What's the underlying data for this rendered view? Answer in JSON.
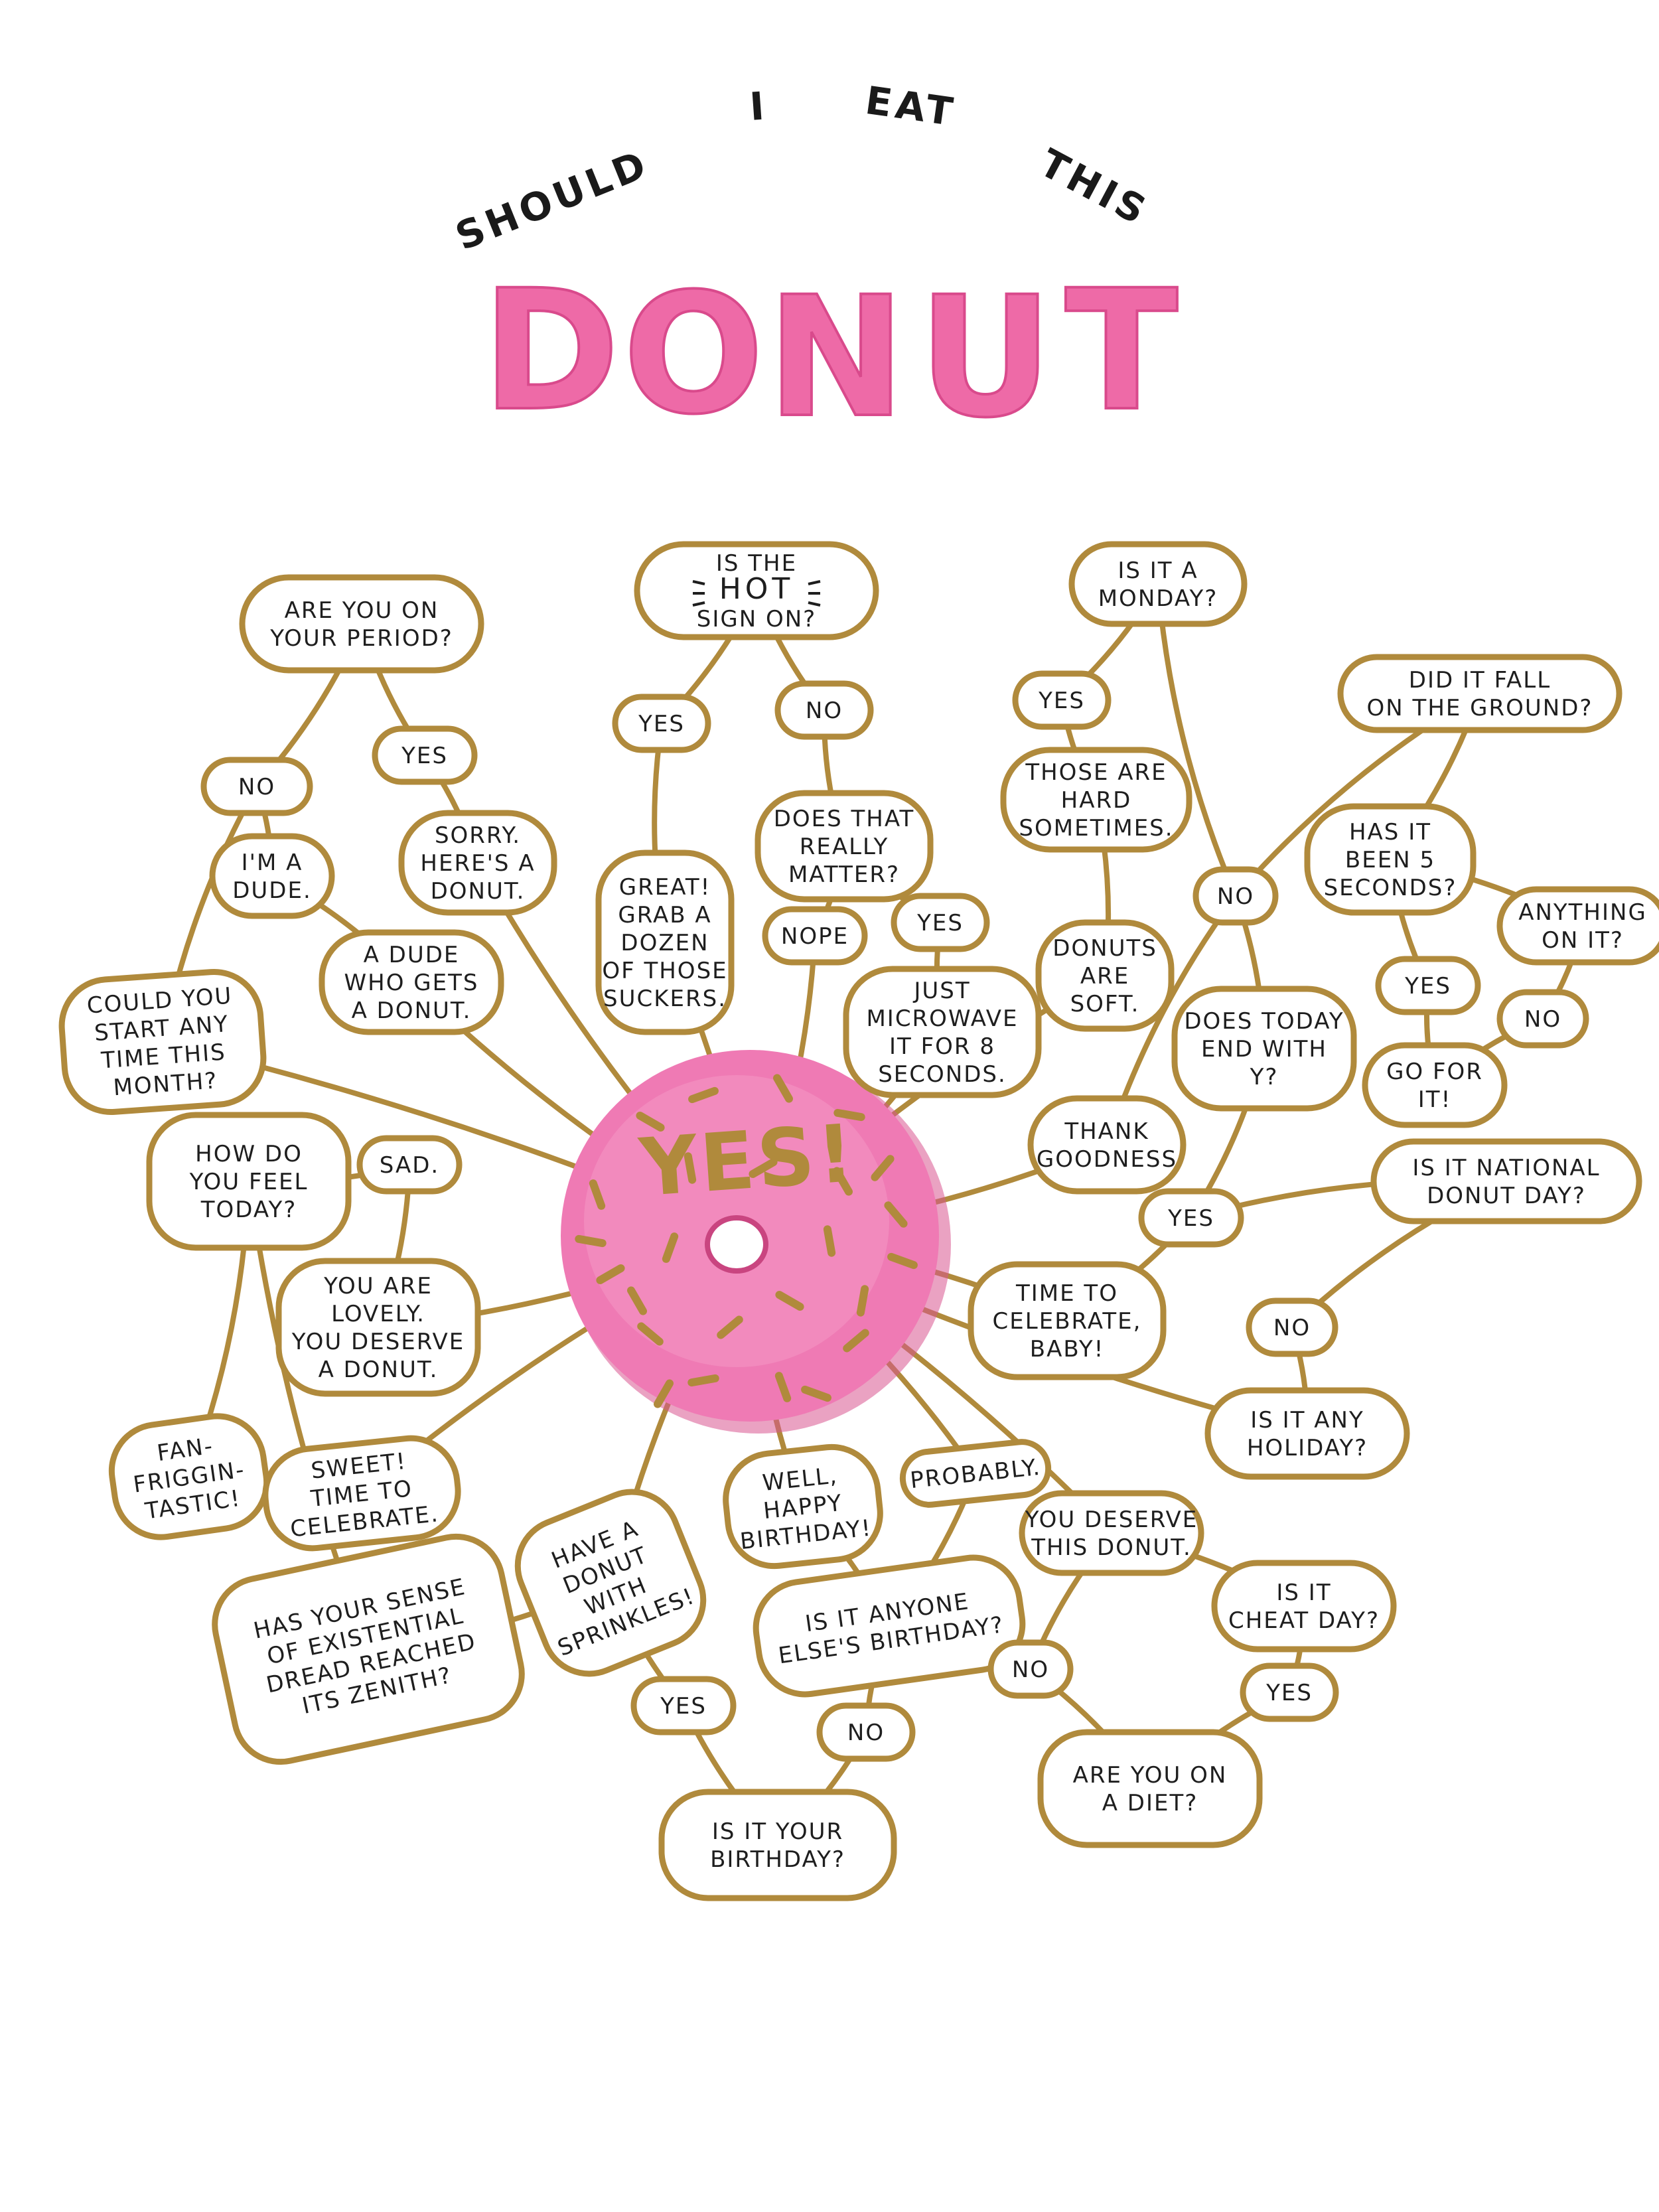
{
  "title": {
    "words": [
      "SHOULD",
      "I",
      "EAT",
      "THIS"
    ],
    "letters": [
      "D",
      "O",
      "N",
      "U",
      "T"
    ]
  },
  "center": {
    "label": "YES!"
  },
  "nodes": [
    {
      "id": "period",
      "lines": [
        "ARE YOU ON",
        "YOUR PERIOD?"
      ]
    },
    {
      "id": "hot",
      "lines": [
        "IS THE",
        "HOT",
        "SIGN ON?"
      ]
    },
    {
      "id": "monday",
      "lines": [
        "IS IT A",
        "MONDAY?"
      ]
    },
    {
      "id": "fall",
      "lines": [
        "DID IT FALL",
        "ON THE GROUND?"
      ]
    },
    {
      "id": "no_period",
      "lines": [
        "NO"
      ]
    },
    {
      "id": "yes_period",
      "lines": [
        "YES"
      ]
    },
    {
      "id": "yes_hot",
      "lines": [
        "YES"
      ]
    },
    {
      "id": "no_hot",
      "lines": [
        "NO"
      ]
    },
    {
      "id": "yes_monday",
      "lines": [
        "YES"
      ]
    },
    {
      "id": "dude",
      "lines": [
        "I'M A",
        "DUDE."
      ]
    },
    {
      "id": "sorry",
      "lines": [
        "SORRY.",
        "HERE'S A",
        "DONUT."
      ]
    },
    {
      "id": "great",
      "lines": [
        "GREAT!",
        "GRAB A",
        "DOZEN",
        "OF THOSE",
        "SUCKERS."
      ]
    },
    {
      "id": "matter",
      "lines": [
        "DOES THAT",
        "REALLY",
        "MATTER?"
      ]
    },
    {
      "id": "hard",
      "lines": [
        "THOSE ARE",
        "HARD",
        "SOMETIMES."
      ]
    },
    {
      "id": "five",
      "lines": [
        "HAS IT",
        "BEEN 5",
        "SECONDS?"
      ]
    },
    {
      "id": "no_monday",
      "lines": [
        "NO"
      ]
    },
    {
      "id": "anything",
      "lines": [
        "ANYTHING",
        "ON IT?"
      ]
    },
    {
      "id": "nope",
      "lines": [
        "NOPE"
      ]
    },
    {
      "id": "yes_matter",
      "lines": [
        "YES"
      ]
    },
    {
      "id": "dudegets",
      "lines": [
        "A DUDE",
        "WHO GETS",
        "A DONUT."
      ]
    },
    {
      "id": "start",
      "lines": [
        "COULD YOU",
        "START ANY",
        "TIME THIS",
        "MONTH?"
      ]
    },
    {
      "id": "microwave",
      "lines": [
        "JUST",
        "MICROWAVE",
        "IT FOR 8",
        "SECONDS."
      ]
    },
    {
      "id": "soft",
      "lines": [
        "DONUTS",
        "ARE",
        "SOFT."
      ]
    },
    {
      "id": "endy",
      "lines": [
        "DOES TODAY",
        "END WITH",
        "Y?"
      ]
    },
    {
      "id": "yes_five",
      "lines": [
        "YES"
      ]
    },
    {
      "id": "no_anything",
      "lines": [
        "NO"
      ]
    },
    {
      "id": "goforit",
      "lines": [
        "GO FOR",
        "IT!"
      ]
    },
    {
      "id": "thank",
      "lines": [
        "THANK",
        "GOODNESS"
      ]
    },
    {
      "id": "feel",
      "lines": [
        "HOW DO",
        "YOU FEEL",
        "TODAY?"
      ]
    },
    {
      "id": "sad",
      "lines": [
        "SAD."
      ]
    },
    {
      "id": "national",
      "lines": [
        "IS IT NATIONAL",
        "DONUT DAY?"
      ]
    },
    {
      "id": "yes_endy",
      "lines": [
        "YES"
      ]
    },
    {
      "id": "lovely",
      "lines": [
        "YOU ARE",
        "LOVELY.",
        "YOU DESERVE",
        "A DONUT."
      ]
    },
    {
      "id": "celebrate_baby",
      "lines": [
        "TIME TO",
        "CELEBRATE,",
        "BABY!"
      ]
    },
    {
      "id": "no_national",
      "lines": [
        "NO"
      ]
    },
    {
      "id": "holiday",
      "lines": [
        "IS IT ANY",
        "HOLIDAY?"
      ]
    },
    {
      "id": "fantastic",
      "lines": [
        "FAN-",
        "FRIGGIN-",
        "TASTIC!"
      ]
    },
    {
      "id": "sweet",
      "lines": [
        "SWEET!",
        "TIME TO",
        "CELEBRATE."
      ]
    },
    {
      "id": "sprinkles",
      "lines": [
        "HAVE A",
        "DONUT",
        "WITH",
        "SPRINKLES!"
      ]
    },
    {
      "id": "happybday",
      "lines": [
        "WELL,",
        "HAPPY",
        "BIRTHDAY!"
      ]
    },
    {
      "id": "probably",
      "lines": [
        "PROBABLY."
      ]
    },
    {
      "id": "deserve",
      "lines": [
        "YOU DESERVE",
        "THIS DONUT."
      ]
    },
    {
      "id": "cheat",
      "lines": [
        "IS IT",
        "CHEAT DAY?"
      ]
    },
    {
      "id": "dread",
      "lines": [
        "HAS YOUR SENSE",
        "OF EXISTENTIAL",
        "DREAD REACHED",
        "ITS ZENITH?"
      ]
    },
    {
      "id": "anyone",
      "lines": [
        "IS IT ANYONE",
        "ELSE'S BIRTHDAY?"
      ]
    },
    {
      "id": "no_diet",
      "lines": [
        "NO"
      ]
    },
    {
      "id": "yes_cheat",
      "lines": [
        "YES"
      ]
    },
    {
      "id": "yes_bday",
      "lines": [
        "YES"
      ]
    },
    {
      "id": "no_anyone",
      "lines": [
        "NO"
      ]
    },
    {
      "id": "diet",
      "lines": [
        "ARE YOU ON",
        "A DIET?"
      ]
    },
    {
      "id": "birthday",
      "lines": [
        "IS IT YOUR",
        "BIRTHDAY?"
      ]
    }
  ],
  "edges": [
    [
      "period",
      "no_period"
    ],
    [
      "period",
      "yes_period"
    ],
    [
      "hot",
      "yes_hot"
    ],
    [
      "hot",
      "no_hot"
    ],
    [
      "monday",
      "yes_monday"
    ],
    [
      "monday",
      "no_monday"
    ],
    [
      "fall",
      "five"
    ],
    [
      "fall",
      "no_monday"
    ],
    [
      "no_period",
      "dude"
    ],
    [
      "no_period",
      "start"
    ],
    [
      "dude",
      "dudegets"
    ],
    [
      "dudegets",
      "center"
    ],
    [
      "yes_period",
      "sorry"
    ],
    [
      "sorry",
      "center"
    ],
    [
      "start",
      "center"
    ],
    [
      "yes_hot",
      "great"
    ],
    [
      "great",
      "center"
    ],
    [
      "no_hot",
      "matter"
    ],
    [
      "matter",
      "nope"
    ],
    [
      "matter",
      "yes_matter"
    ],
    [
      "nope",
      "center"
    ],
    [
      "yes_matter",
      "microwave"
    ],
    [
      "microwave",
      "center"
    ],
    [
      "yes_monday",
      "hard"
    ],
    [
      "hard",
      "soft"
    ],
    [
      "soft",
      "center"
    ],
    [
      "no_monday",
      "endy"
    ],
    [
      "no_monday",
      "thank"
    ],
    [
      "thank",
      "center"
    ],
    [
      "five",
      "yes_five"
    ],
    [
      "five",
      "anything"
    ],
    [
      "yes_five",
      "goforit"
    ],
    [
      "anything",
      "no_anything"
    ],
    [
      "no_anything",
      "goforit"
    ],
    [
      "endy",
      "yes_endy"
    ],
    [
      "national",
      "yes_endy"
    ],
    [
      "yes_endy",
      "celebrate_baby"
    ],
    [
      "national",
      "no_national"
    ],
    [
      "no_national",
      "holiday"
    ],
    [
      "celebrate_baby",
      "center"
    ],
    [
      "holiday",
      "center"
    ],
    [
      "feel",
      "sad"
    ],
    [
      "sad",
      "lovely"
    ],
    [
      "lovely",
      "center"
    ],
    [
      "feel",
      "fantastic"
    ],
    [
      "feel",
      "dread"
    ],
    [
      "sweet",
      "center"
    ],
    [
      "dread",
      "sprinkles"
    ],
    [
      "sprinkles",
      "center"
    ],
    [
      "sprinkles",
      "yes_bday"
    ],
    [
      "birthday",
      "yes_bday"
    ],
    [
      "birthday",
      "no_anyone"
    ],
    [
      "no_anyone",
      "anyone"
    ],
    [
      "anyone",
      "happybday"
    ],
    [
      "happybday",
      "center"
    ],
    [
      "probably",
      "center"
    ],
    [
      "probably",
      "anyone"
    ],
    [
      "deserve",
      "center"
    ],
    [
      "deserve",
      "cheat"
    ],
    [
      "deserve",
      "no_diet"
    ],
    [
      "cheat",
      "yes_cheat"
    ],
    [
      "yes_cheat",
      "diet"
    ],
    [
      "no_diet",
      "diet"
    ]
  ],
  "colors": {
    "outline": "#b08a3c",
    "donut_pink": "#ef7ab4",
    "donut_shadow": "#d9558f",
    "title_pink": "#ee6aa7",
    "ink": "#1e1e1e"
  }
}
